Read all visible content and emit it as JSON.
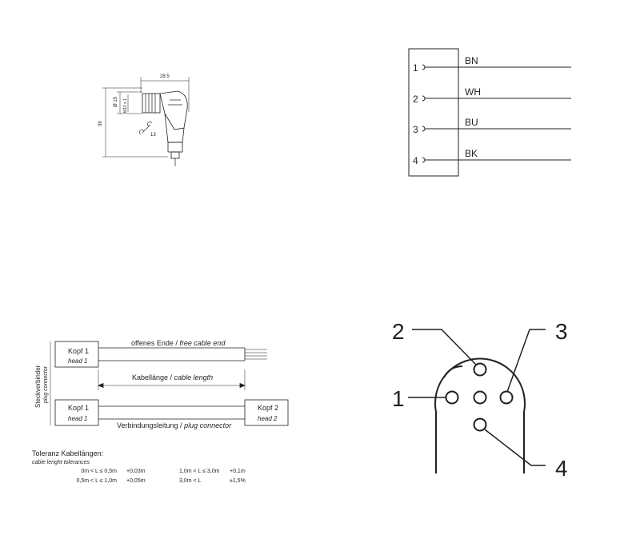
{
  "colors": {
    "line": "#231f20",
    "background": "#ffffff",
    "dim_line": "#6d6e71"
  },
  "dimension_drawing": {
    "width_dim": "28.5",
    "height_dim": "39",
    "dia_dim": "Ø 15",
    "thread_dim": "M12 x 1",
    "wrench_dim": "13"
  },
  "wiring": {
    "pins": [
      {
        "num": "1",
        "color": "BN"
      },
      {
        "num": "2",
        "color": "WH"
      },
      {
        "num": "3",
        "color": "BU"
      },
      {
        "num": "4",
        "color": "BK"
      }
    ]
  },
  "cable_diagram": {
    "side_label_de": "Steckverbinder",
    "side_label_en": "plug connector",
    "head1_de": "Kopf 1",
    "head1_en": "head 1",
    "head2_de": "Kopf 2",
    "head2_en": "head 2",
    "free_end_de": "offenes Ende /",
    "free_end_en": "free cable end",
    "length_de": "Kabellänge /",
    "length_en": "cable length",
    "connector_de": "Verbindungsleitung /",
    "connector_en": "plug connector"
  },
  "tolerances": {
    "title_de": "Toleranz Kabellängen:",
    "title_en": "cable lenght tolerances",
    "rows": [
      {
        "range": "0m < L ≤ 0,5m",
        "tol": "+0,03m"
      },
      {
        "range": "0,5m < L ≤ 1,0m",
        "tol": "+0,05m"
      },
      {
        "range": "1,0m < L ≤ 3,0m",
        "tol": "+0,1m"
      },
      {
        "range": "3,0m < L",
        "tol": "±1,5%"
      }
    ]
  },
  "pin_face": {
    "labels": [
      "1",
      "2",
      "3",
      "4"
    ]
  }
}
